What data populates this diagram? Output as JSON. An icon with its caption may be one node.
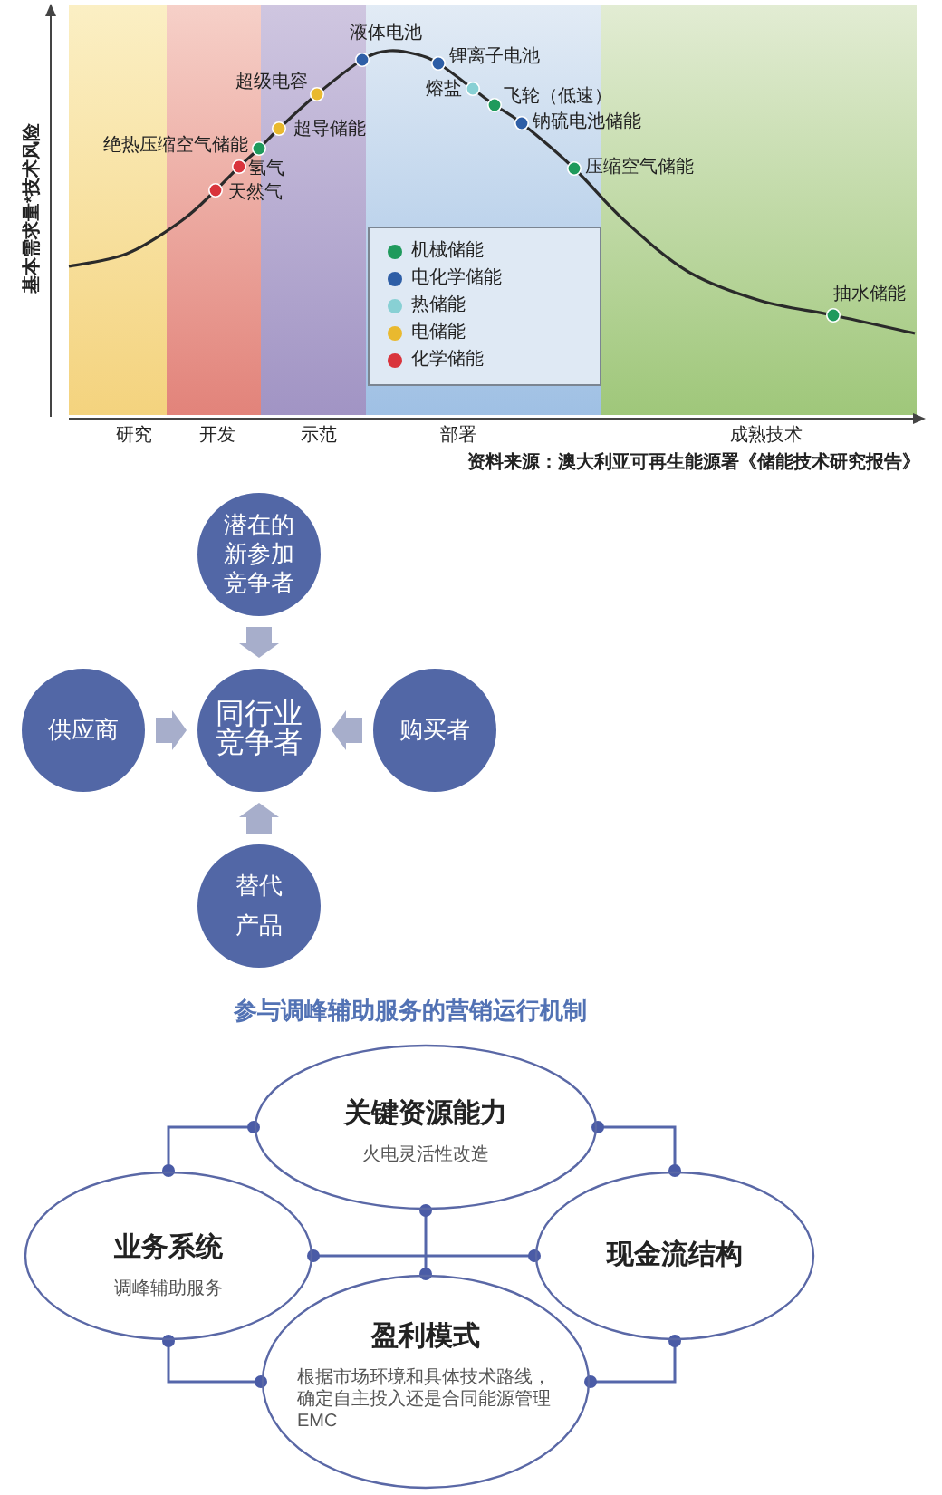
{
  "diagram": {
    "title": "参与调峰辅助服务的营销运行机制",
    "nodes": [
      {
        "text": [
          "潜在的新参加竞争者"
        ]
      },
      {
        "text": [
          "供应商"
        ]
      },
      {
        "text": [
          "同行业竞争者"
        ]
      },
      {
        "text": [
          "购买者"
        ]
      },
      {
        "text": [
          "替代产品"
        ]
      },
      {
        "text": [
          "关键资源能力",
          "火电灵活性改造"
        ]
      },
      {
        "text": [
          "业务系统",
          "调峰辅助服务"
        ]
      },
      {
        "text": [
          "现金流结构"
        ]
      },
      {
        "text": [
          "盈利模式",
          "根据市场环境和具体技术路线，确定自主投入还是合同能源管理EMC"
        ]
      }
    ],
    "edges": [
      {
        "from": 0,
        "to": 2,
        "arrow": "to",
        "style": "thick"
      },
      {
        "from": 1,
        "to": 2,
        "arrow": "to",
        "style": "thick"
      },
      {
        "from": 3,
        "to": 2,
        "arrow": "to",
        "style": "thick"
      },
      {
        "from": 4,
        "to": 2,
        "arrow": "to",
        "style": "thick"
      },
      {
        "from": 5,
        "to": 6,
        "arrow": "other"
      },
      {
        "from": 5,
        "to": 7,
        "arrow": "other"
      },
      {
        "from": 6,
        "to": 7,
        "arrow": "other"
      },
      {
        "from": 5,
        "to": 8,
        "arrow": "other"
      },
      {
        "from": 6,
        "to": 8,
        "arrow": "other"
      },
      {
        "from": 7,
        "to": 8,
        "arrow": "other"
      }
    ],
    "labels": [
      "基本需求量*技术风险",
      "液体电池",
      "锂离子电池",
      "超级电容",
      "熔盐",
      "飞轮（低速）",
      "超导储能",
      "钠硫电池储能",
      "绝热压缩空气储能",
      "氢气",
      "压缩空气储能",
      "天然气",
      "抽水储能",
      "研究",
      "开发",
      "示范",
      "部署",
      "成熟技术",
      "资料来源：澳大利亚可再生能源署《储能技术研究报告》"
    ],
    "legend": [
      {
        "text": "机械储能",
        "color": "#1f9a5c"
      },
      {
        "text": "电化学储能",
        "color": "#2e5ea6"
      },
      {
        "text": "热储能",
        "color": "#88d0d4"
      },
      {
        "text": "电储能",
        "color": "#e9b92f"
      },
      {
        "text": "化学储能",
        "color": "#d9343c"
      }
    ]
  }
}
